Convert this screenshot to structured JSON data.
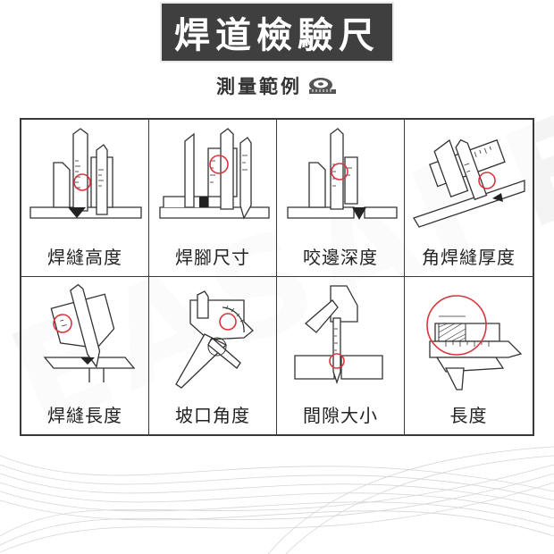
{
  "header": {
    "title": "焊道檢驗尺",
    "subtitle": "測量範例"
  },
  "watermark": "EASAFE",
  "cells": [
    {
      "label": "焊縫高度",
      "icon": "weld-height-gauge-icon"
    },
    {
      "label": "焊腳尺寸",
      "icon": "weld-leg-size-gauge-icon"
    },
    {
      "label": "咬邊深度",
      "icon": "undercut-depth-gauge-icon"
    },
    {
      "label": "角焊縫厚度",
      "icon": "fillet-throat-gauge-icon"
    },
    {
      "label": "焊縫長度",
      "icon": "weld-length-gauge-icon"
    },
    {
      "label": "坡口角度",
      "icon": "bevel-angle-gauge-icon"
    },
    {
      "label": "間隙大小",
      "icon": "gap-size-gauge-icon"
    },
    {
      "label": "長度",
      "icon": "length-gauge-icon"
    }
  ],
  "colors": {
    "title_bg": "#3f3f3f",
    "border": "#3a3a3a",
    "highlight": "#d9363e"
  }
}
